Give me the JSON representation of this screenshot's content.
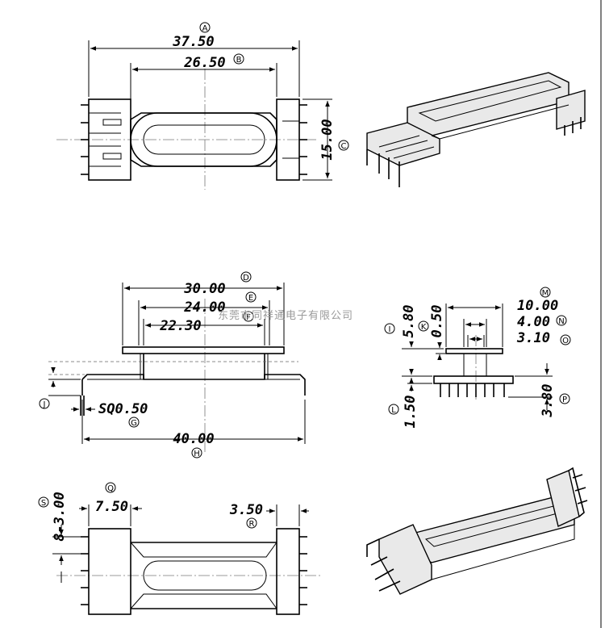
{
  "dimensions": {
    "top_view": {
      "overall_length": "37.50",
      "overall_length_ref": "A",
      "core_length": "26.50",
      "core_length_ref": "B",
      "width": "15.00",
      "width_ref": "C"
    },
    "side_view": {
      "flange_length": "30.00",
      "flange_length_ref": "D",
      "window_length": "24.00",
      "window_length_ref": "E",
      "inner_length": "22.30",
      "inner_length_ref": "F",
      "pin_span": "40.00",
      "pin_span_ref": "H",
      "pin_size": "SQ0.50",
      "pin_size_ref": "G",
      "base_height_ref": "J"
    },
    "end_view": {
      "width_10": "10.00",
      "width_10_ref": "M",
      "width_4": "4.00",
      "width_4_ref": "N",
      "width_3_1": "3.10",
      "width_3_1_ref": "O",
      "height_5_8": "5.80",
      "height_5_8_ref": "I",
      "height_0_5": "0.50",
      "height_0_5_ref": "K",
      "height_1_5": "1.50",
      "height_1_5_ref": "L",
      "height_3_8": "3.80",
      "height_3_8_ref": "P"
    },
    "bottom_view": {
      "flange_width": "7.50",
      "flange_width_ref": "Q",
      "flange_width_2": "3.50",
      "flange_width_2_ref": "R",
      "pin_pitch": "8-3.00",
      "pin_pitch_ref": "S"
    }
  },
  "watermark": "东莞市同祥通电子有限公司"
}
